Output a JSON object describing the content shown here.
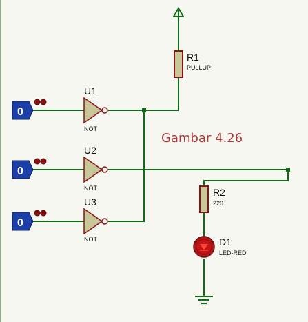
{
  "caption": "Gambar 4.26",
  "probes": [
    {
      "value": "0"
    },
    {
      "value": "0"
    },
    {
      "value": "0"
    }
  ],
  "gates": [
    {
      "ref": "U1",
      "type": "NOT"
    },
    {
      "ref": "U2",
      "type": "NOT"
    },
    {
      "ref": "U3",
      "type": "NOT"
    }
  ],
  "resistors": [
    {
      "ref": "R1",
      "value": "PULLUP"
    },
    {
      "ref": "R2",
      "value": "220"
    }
  ],
  "led": {
    "ref": "D1",
    "value": "LED-RED"
  },
  "colors": {
    "wire": "#0f6b16",
    "component_outline": "#8a1212",
    "gate_fill": "#c7c79a",
    "probe_fill": "#1b3fa6",
    "led_fill": "#b31414",
    "caption": "#b03a3a"
  }
}
